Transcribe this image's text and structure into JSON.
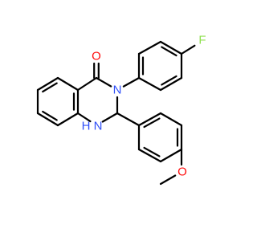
{
  "molecule": {
    "atoms": {
      "oxygen_carbonyl": {
        "label": "O",
        "color": "#ff0d0d"
      },
      "nitrogen_3": {
        "label": "N",
        "color": "#3050f8"
      },
      "nitrogen_1": {
        "label": "N",
        "color": "#3050f8"
      },
      "hydrogen_1": {
        "label": "H",
        "color": "#3050f8"
      },
      "fluorine": {
        "label": "F",
        "color": "#90e050"
      },
      "oxygen_methoxy": {
        "label": "O",
        "color": "#ff0d0d"
      }
    },
    "bond_color": "#000000"
  }
}
